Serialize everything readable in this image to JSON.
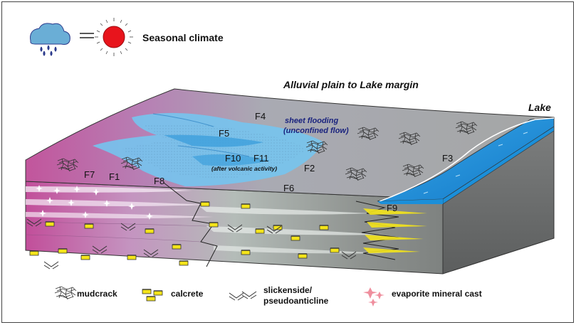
{
  "climate": {
    "label": "Seasonal climate",
    "icons": [
      "rain-cloud-icon",
      "sun-icon"
    ],
    "colors": {
      "cloud": "#6aaed6",
      "sun": "#e8141c",
      "drops": "#2b3a8c"
    }
  },
  "setting_title": "Alluvial plain to Lake margin",
  "lake_label": "Lake",
  "sheet_flood": {
    "line1": "sheet flooding",
    "line2": "(unconfined flow)",
    "color": "#1a237e"
  },
  "facies": {
    "f1": "F1",
    "f2": "F2",
    "f3": "F3",
    "f4": "F4",
    "f5": "F5",
    "f6": "F6",
    "f7": "F7",
    "f8": "F8",
    "f9": "F9",
    "f10": "F10",
    "f11": "F11",
    "volcanic_note": "(after volcanic activity)"
  },
  "legend": {
    "mudcrack": "mudcrack",
    "calcrete": "calcrete",
    "slickenside_line1": "slickenside/",
    "slickenside_line2": "pseudoanticline",
    "evaporite": "evaporite mineral cast"
  },
  "colors": {
    "plain_pink": "#c2559c",
    "plain_gray": "#9fa3a2",
    "water_blue": "#5bb8e8",
    "lake_blue": "#1b8fd9",
    "calcrete_yellow": "#f4e41a",
    "evaporite_pink": "#ef8f9e"
  }
}
